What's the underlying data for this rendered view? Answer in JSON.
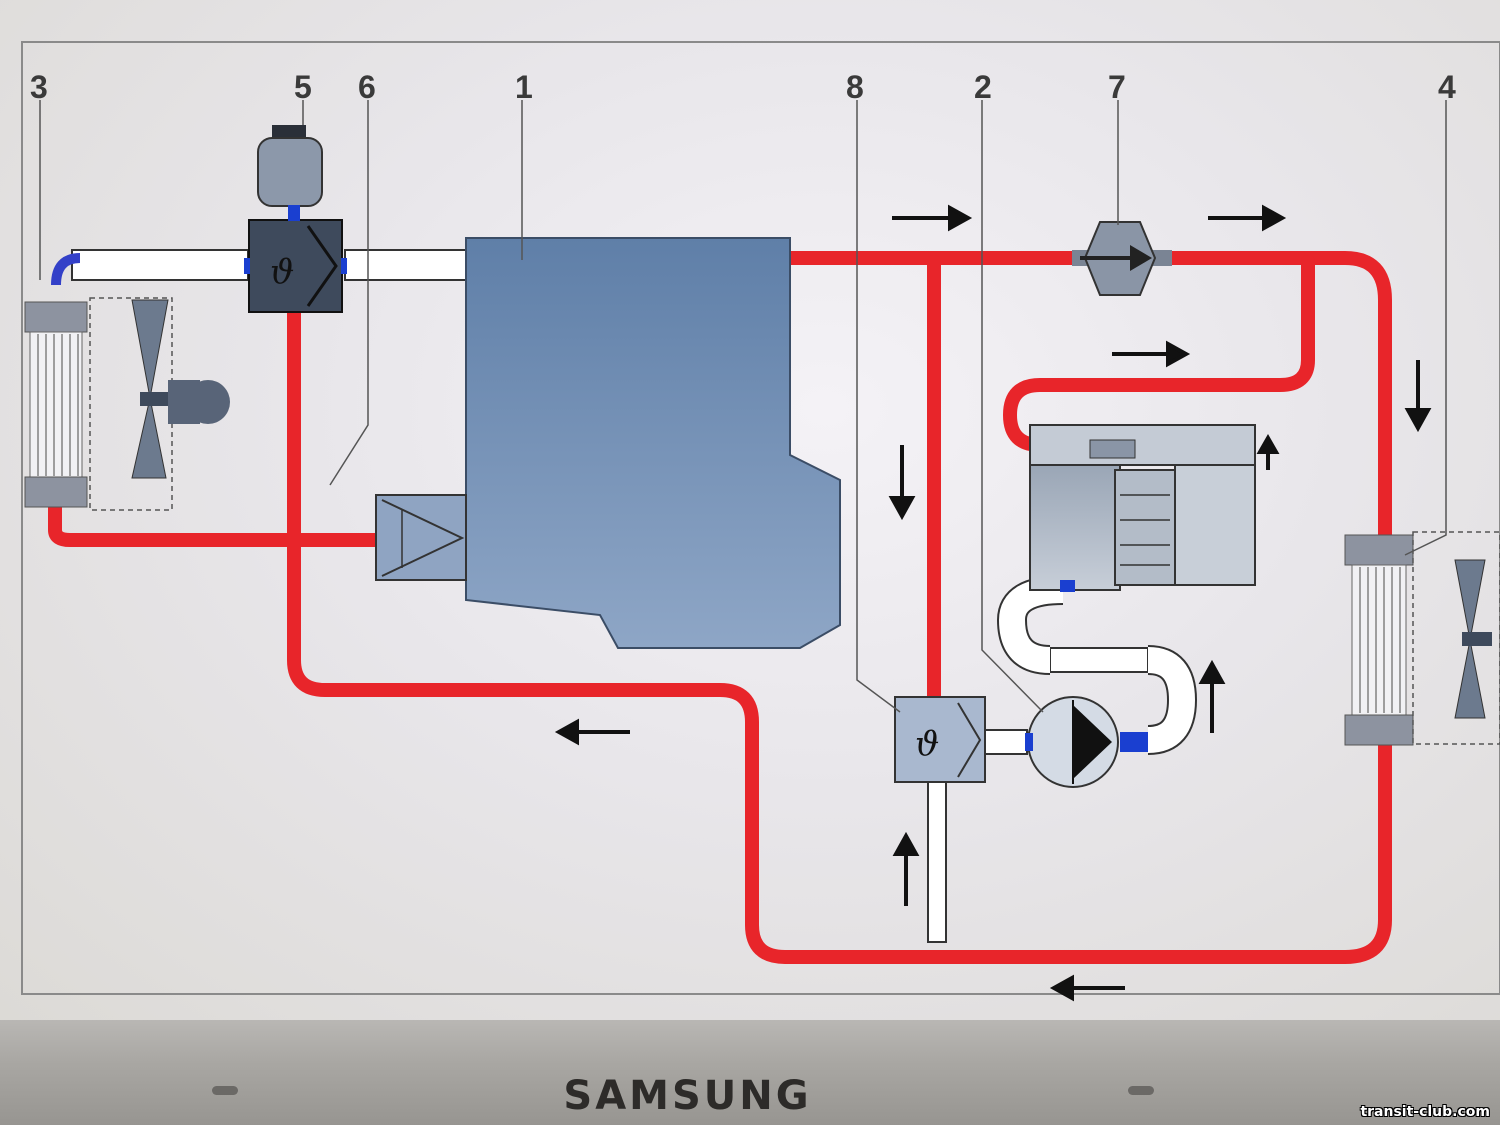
{
  "diagram": {
    "labels": {
      "n1": "1",
      "n2": "2",
      "n3": "3",
      "n4": "4",
      "n5": "5",
      "n6": "6",
      "n7": "7",
      "n8": "8"
    },
    "thermostat_symbol": "ϑ",
    "colors": {
      "hot_pipe": "#e8252a",
      "engine": "#6f8fb4",
      "valve_body": "#3e4a5c",
      "connector": "#1a3fd0",
      "cold_pipe": "#ffffff"
    }
  },
  "laptop": {
    "brand": "SAMSUNG"
  },
  "watermark": "transit-club.com"
}
